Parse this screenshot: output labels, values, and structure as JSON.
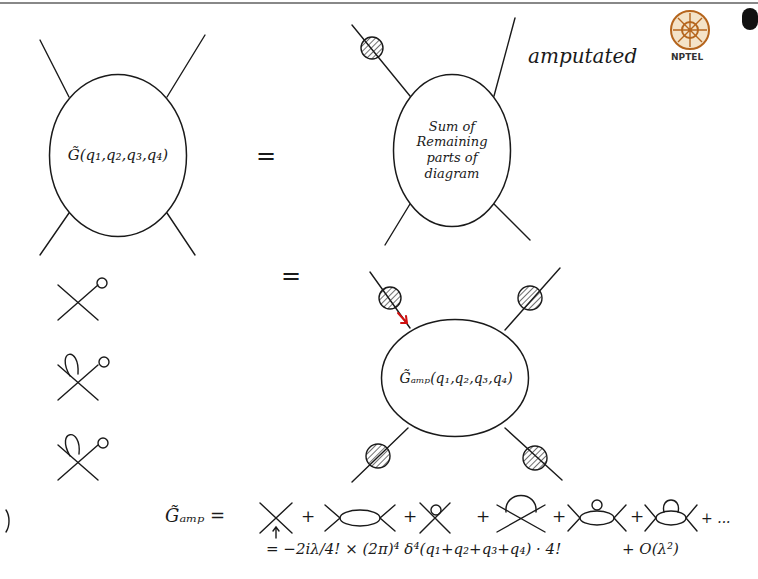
{
  "diagram": {
    "nodes": [
      {
        "text": [
          "G̃(q₁,q₂,q₃,q₄)"
        ]
      },
      {
        "text": [
          "Sum of Remaining parts of diagram"
        ]
      },
      {
        "text": [
          "G̃ₐₘₚ(q₁,q₂,q₃,q₄)"
        ]
      }
    ],
    "labels": [
      "amputated",
      "NPTEL",
      "=",
      "=",
      "G̃ₐₘₚ =",
      "+",
      "+",
      "+",
      "+",
      "+",
      "+ ...",
      "= −2iλ/4! × (2π)⁴ δ⁴(q₁+q₂+q₃+q₄) · 4!",
      "+ O(λ²)"
    ]
  }
}
